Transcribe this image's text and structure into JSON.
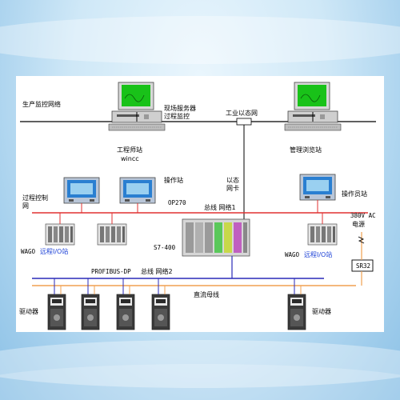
{
  "labels": {
    "production_network": "生产监控网络",
    "field_server": "现场服务器",
    "process_monitor": "过程监控",
    "industrial_ethernet": "工业以态网",
    "engineer_station": "工程师站",
    "wincc": "wincc",
    "management_station": "管理浏览站",
    "process_control": "过程控制",
    "process_control_2": "网",
    "operator_station": "操作站",
    "ethernet_card": "以态",
    "ethernet_card_2": "网卡",
    "operator_station_2": "操作员站",
    "op270": "OP270",
    "bus_network_1": "总线 网络1",
    "voltage": "380V AC",
    "power_source": "电源",
    "s7_400": "S7-400",
    "wago_1": "WAGO",
    "remote_io_1": "远程I/O站",
    "wago_2": "WAGO",
    "remote_io_2": "远程I/O站",
    "profibus": "PROFIBUS-DP",
    "bus_network_2": "总线 网络2",
    "sr32": "SR32",
    "dc_bus": "直流母线",
    "drive_left": "驱动器",
    "drive_right": "驱动器"
  },
  "colors": {
    "panel": "#ffffff",
    "ethernet_line": "#000000",
    "bus1_line": "#e03030",
    "bus2_line": "#2a2ab8",
    "dc_line": "#f0a050",
    "monitor_screen": "#19c219",
    "hmi_screen": "#2a7fd1",
    "remote_io_label": "#1a3fd6"
  },
  "icons": {
    "computer": "computer-workstation-icon",
    "hmi": "hmi-panel-icon",
    "io": "remote-io-module-icon",
    "plc": "s7-400-plc-icon",
    "drive": "drive-unit-icon",
    "power": "lightning-power-icon"
  }
}
